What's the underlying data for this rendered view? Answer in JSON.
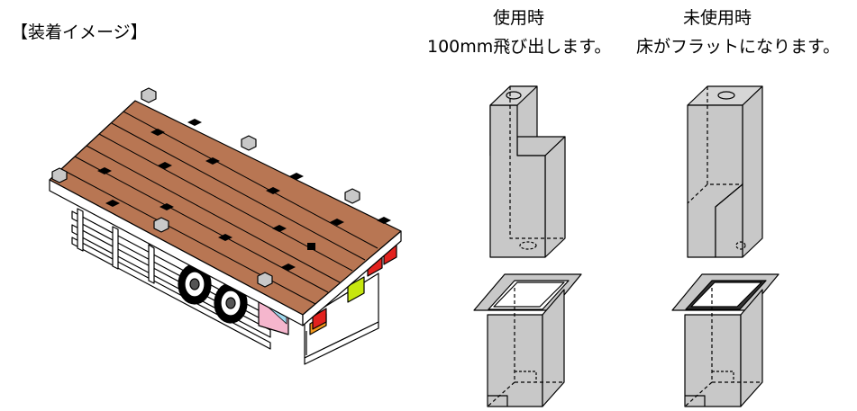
{
  "section_title": "【装着イメージ】",
  "used": {
    "title": "使用時",
    "caption": "100mm飛び出します。"
  },
  "unused": {
    "title": "未使用時",
    "caption": "床がフラットになります。"
  },
  "colors": {
    "deck": "#b87653",
    "post": "#c8c8c8",
    "outline": "#000000",
    "reflector_red": "#e2221e",
    "reflector_orange": "#f39a1f",
    "guard_pink": "#f5b6cd",
    "plate_green": "#c6e60f"
  }
}
